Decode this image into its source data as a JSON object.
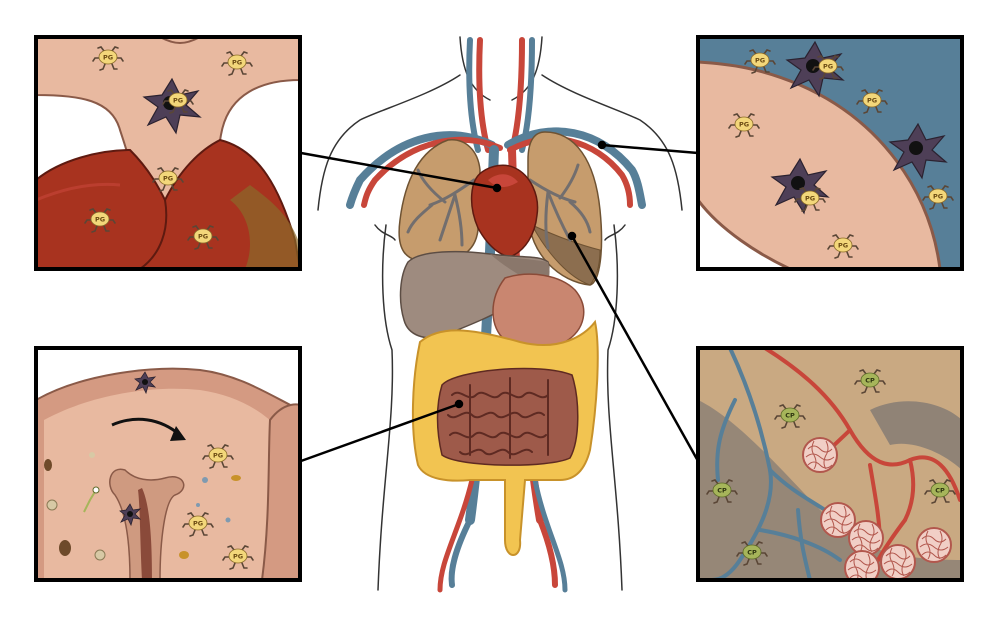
{
  "labels": {
    "pg": "PG",
    "cp": "CP"
  },
  "colors": {
    "panel_border": "#000000",
    "tissue_pink": "#e8b9a0",
    "organ_red": "#a8331f",
    "vessel_blue": "#577f98",
    "vessel_red": "#c8463a",
    "colon_yellow": "#f2c451",
    "lung_tan": "#c69c6d",
    "liver_grey": "#9e8b7f",
    "cell_purple": "#4e3f57",
    "pg_badge": "#f3d77a"
  },
  "panels": [
    {
      "id": "heart-panel",
      "marker_count": 6
    },
    {
      "id": "vessel-panel",
      "marker_count": 7
    },
    {
      "id": "gut-panel",
      "marker_count": 3
    },
    {
      "id": "lung-panel",
      "marker_count": 5
    }
  ]
}
